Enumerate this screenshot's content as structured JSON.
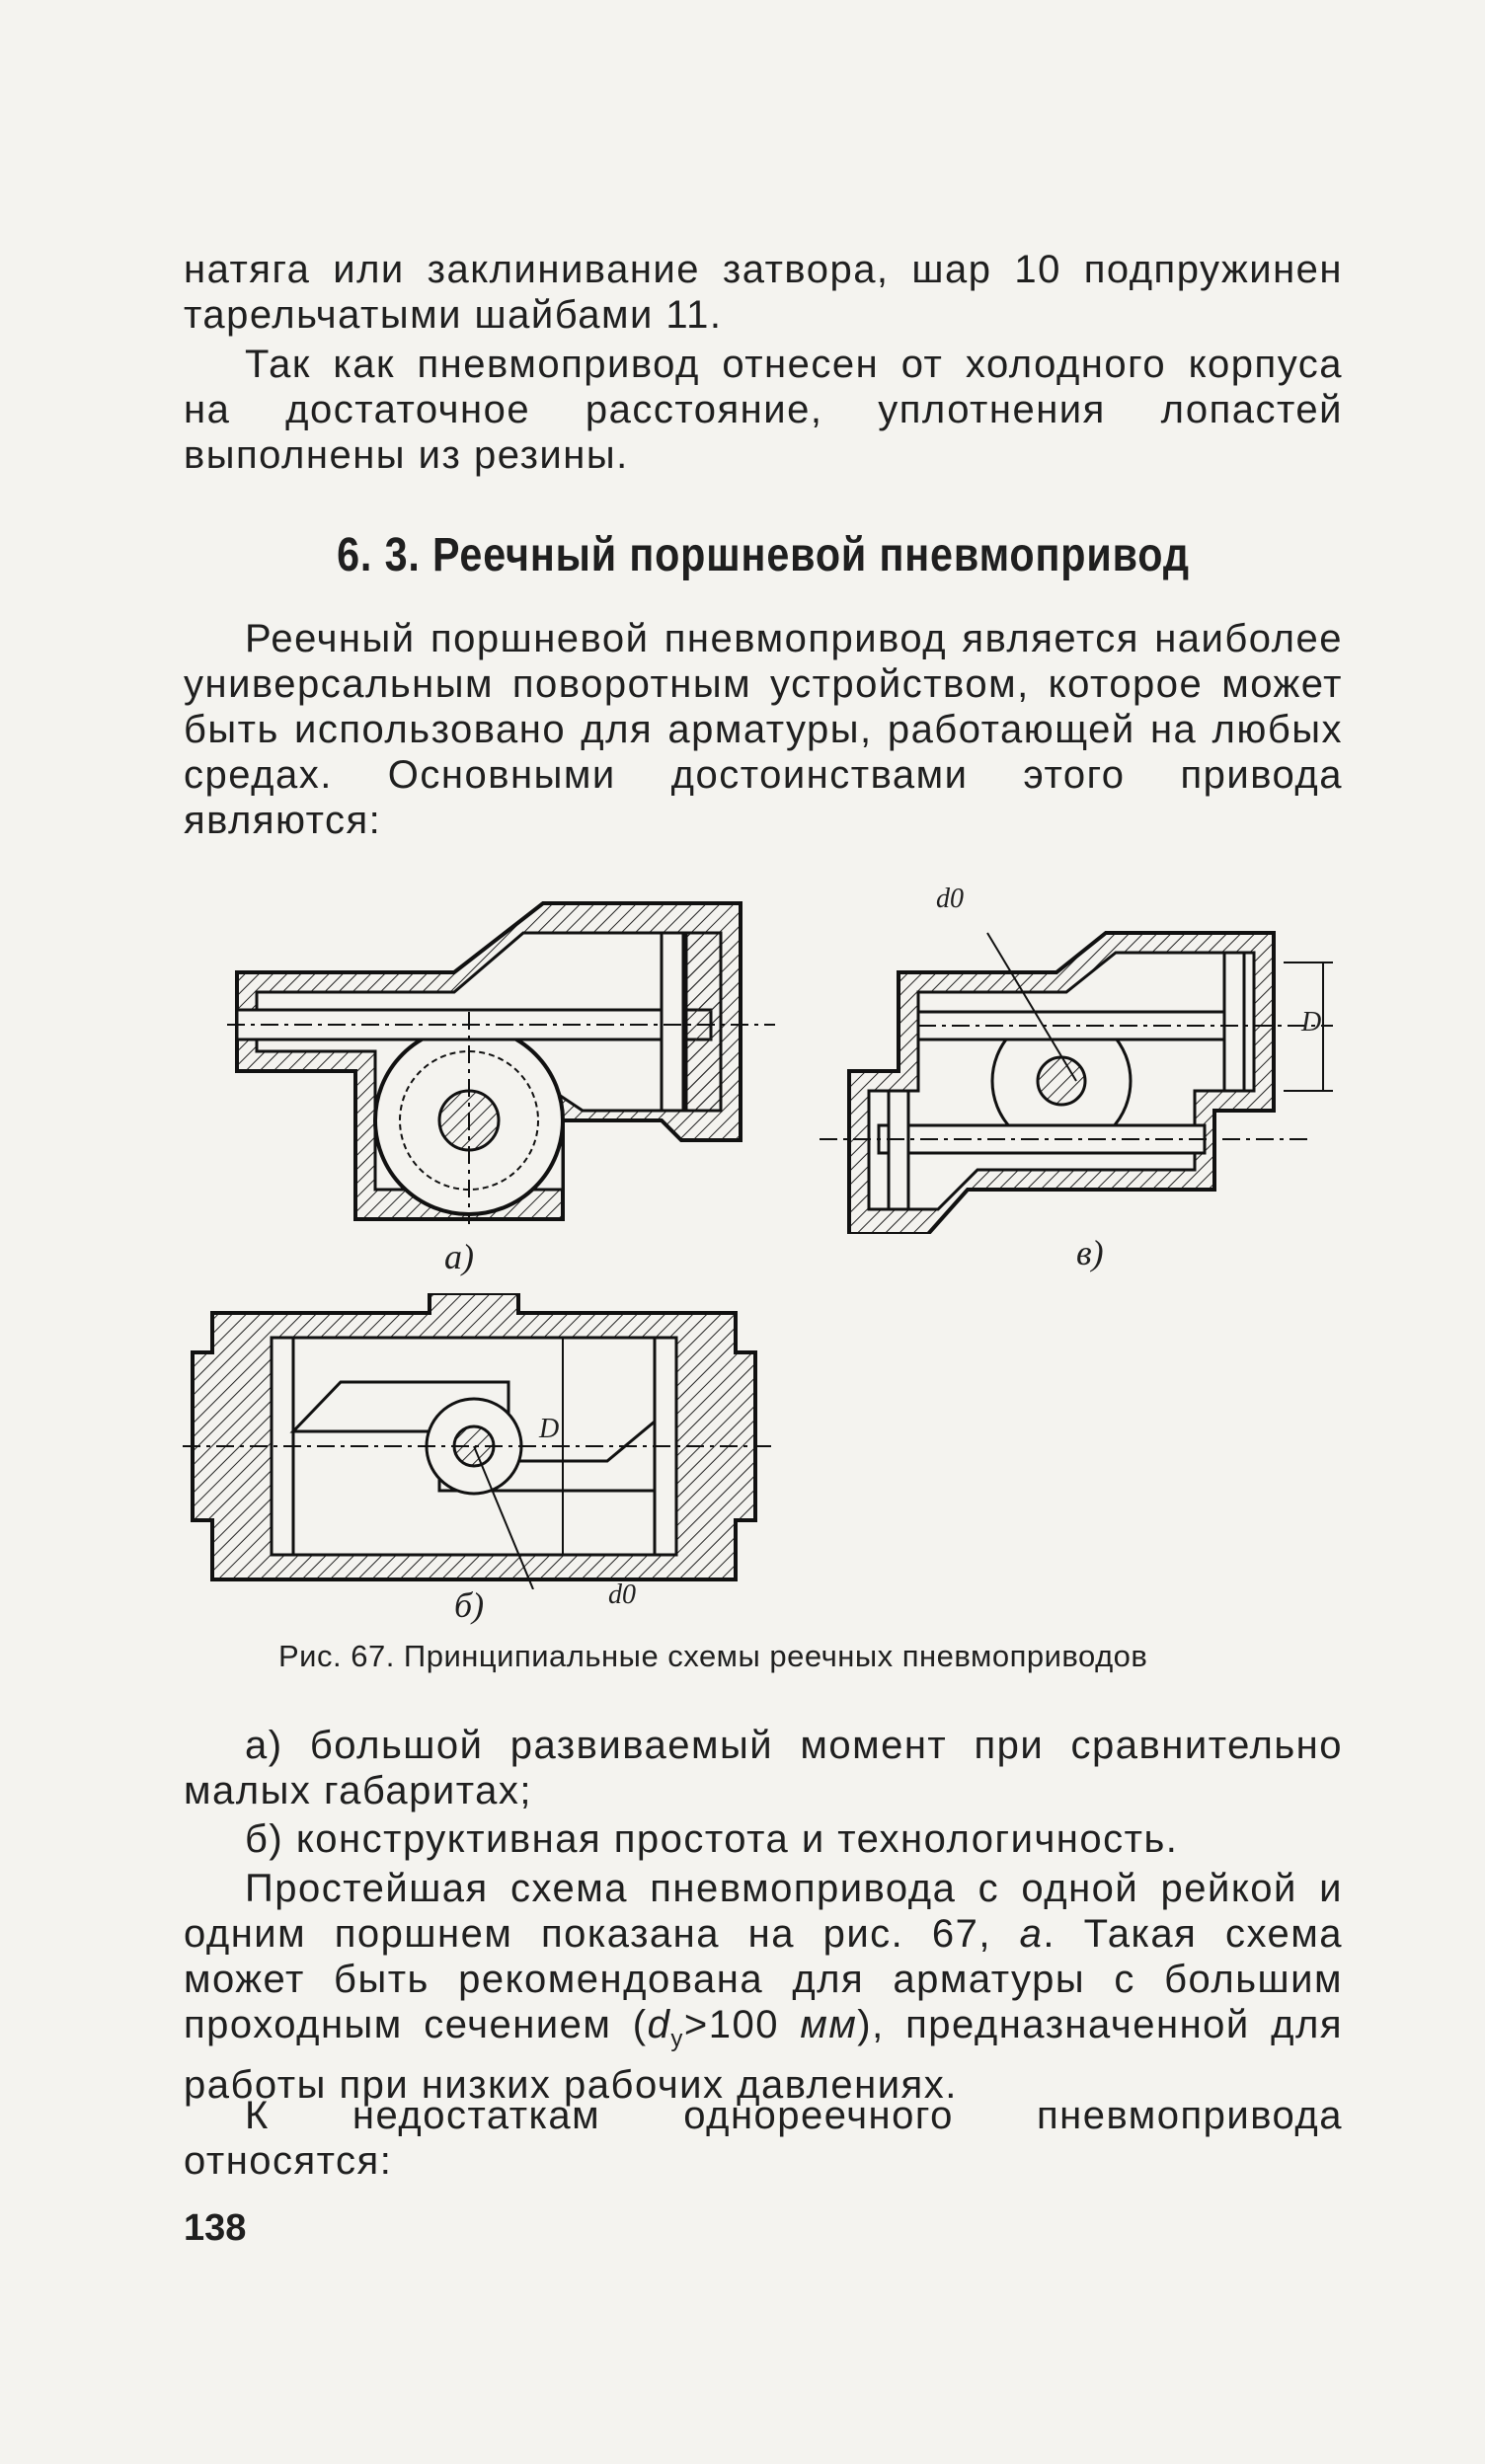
{
  "document": {
    "paragraphs": [
      "натяга или заклинивание затвора, шар 10 подпружинен тарельчатыми шайбами 11.",
      "Так как пневмопривод отнесен от холодного корпуса на достаточное расстояние, уплотнения лопастей выполнены из резины."
    ],
    "section_heading": "6. 3. Реечный поршневой пневмопривод",
    "intro": "Реечный поршневой пневмопривод является наиболее универсальным поворотным устройством, которое может быть использовано для арматуры, работающей на любых средах. Основными достоинствами этого привода являются:",
    "figure": {
      "labels": {
        "a": "а)",
        "b": "б)",
        "v": "в)"
      },
      "dimension_labels": {
        "d0": "d0",
        "D": "D"
      },
      "caption": "Рис. 67. Принципиальные схемы реечных пневмоприводов"
    },
    "list_items": [
      "а) большой развиваемый момент при сравнительно малых габаритах;",
      "б) конструктивная простота и технологичность."
    ],
    "body_after": {
      "p1_part1": "Простейшая схема пневмопривода с одной рейкой и одним поршнем показана на рис. 67, ",
      "p1_fig_ref": "а",
      "p1_part2": ". Такая схема может быть рекомендована для арматуры с большим проходным сечением (",
      "p1_d": "d",
      "p1_sub": "у",
      "p1_part3": ">100 ",
      "p1_unit": "мм",
      "p1_part4": "), предназначенной для работы при низких рабочих давлениях.",
      "p2": "К недостаткам однореечного пневмопривода относятся:"
    },
    "page_number": "138"
  }
}
